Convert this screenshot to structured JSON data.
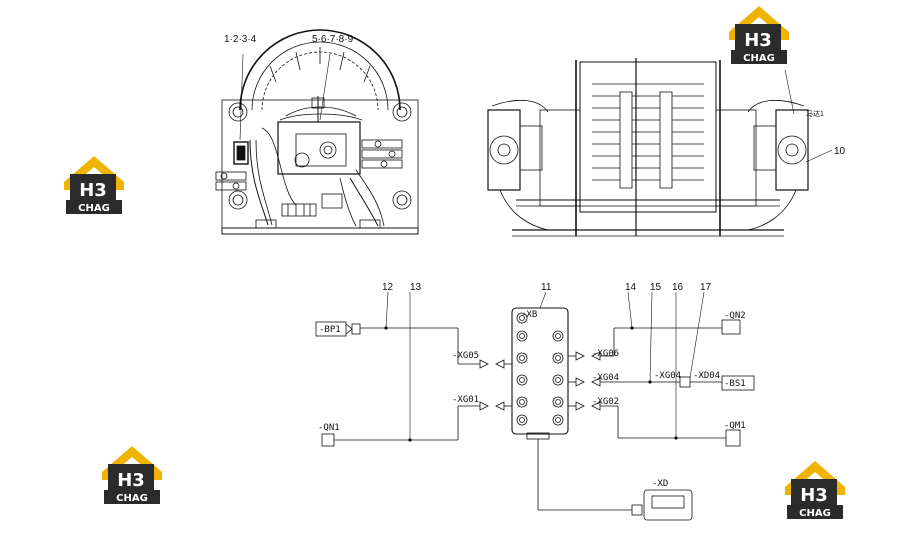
{
  "callouts": {
    "c1234": "1·2·3·4",
    "c56789": "5·6·7·8·9",
    "c10": "10",
    "c11": "11",
    "c12": "12",
    "c13": "13",
    "c14": "14",
    "c15": "15",
    "c16": "16",
    "c17": "17"
  },
  "side_view": {
    "motor_label": "马达1"
  },
  "connectors": {
    "xb": "-XB",
    "bp1": "-BP1",
    "qn1": "-QN1",
    "qn2": "-QN2",
    "qm1": "-QM1",
    "bs1": "-BS1",
    "xd": "-XD",
    "xg05": "-XG05",
    "xg01": "-XG01",
    "xg06": "-XG06",
    "xg04_left": "-XG04",
    "xg04_right": "-XG04",
    "xd04": "-XD04",
    "xg02": "-XG02"
  },
  "logos": [
    {
      "letters": "H3",
      "sub": "CHAG"
    },
    {
      "letters": "H3",
      "sub": "CHAG"
    },
    {
      "letters": "H3",
      "sub": "CHAG"
    },
    {
      "letters": "H3",
      "sub": "CHAG"
    }
  ],
  "colors": {
    "line": "#111111",
    "logo_gold": "#f0b400",
    "logo_dark": "#2b2b2b"
  }
}
